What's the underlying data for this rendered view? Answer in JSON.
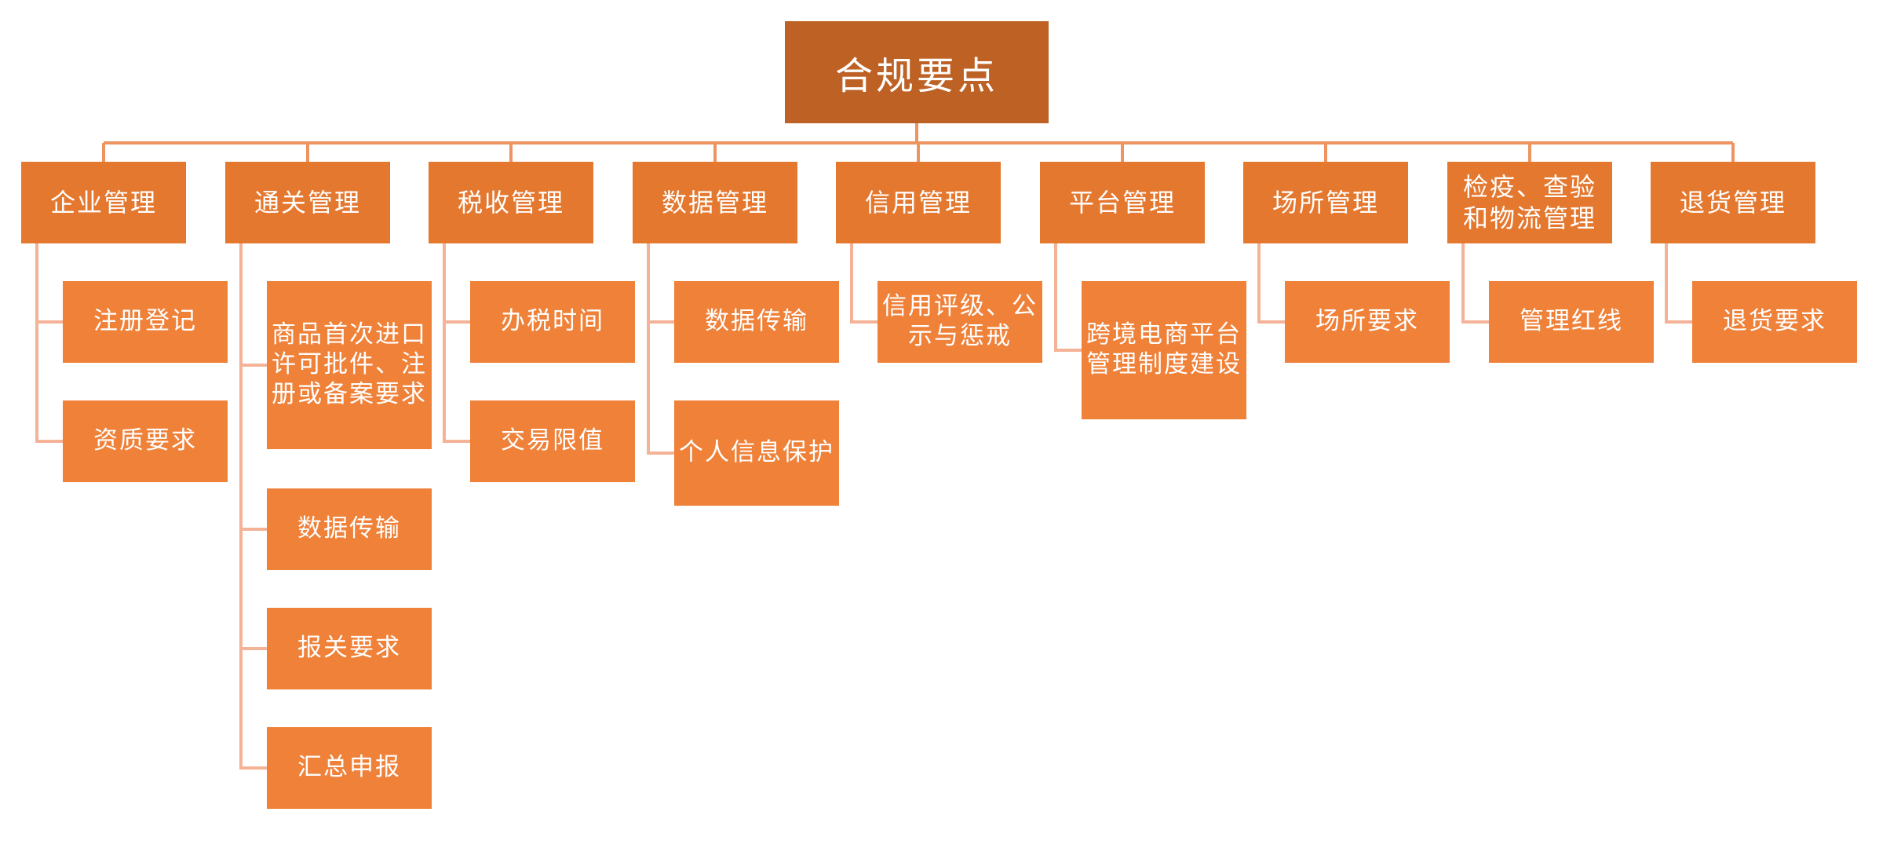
{
  "root": {
    "label": "合规要点"
  },
  "categories": [
    {
      "label": "企业管理",
      "children": [
        "注册登记",
        "资质要求"
      ]
    },
    {
      "label": "通关管理",
      "children": [
        "商品首次进口许可批件、注册或备案要求",
        "数据传输",
        "报关要求",
        "汇总申报"
      ]
    },
    {
      "label": "税收管理",
      "children": [
        "办税时间",
        "交易限值"
      ]
    },
    {
      "label": "数据管理",
      "children": [
        "数据传输",
        "个人信息保护"
      ]
    },
    {
      "label": "信用管理",
      "children": [
        "信用评级、公示与惩戒"
      ]
    },
    {
      "label": "平台管理",
      "children": [
        "跨境电商平台管理制度建设"
      ]
    },
    {
      "label": "场所管理",
      "children": [
        "场所要求"
      ]
    },
    {
      "label": "检疫、查验和物流管理",
      "children": [
        "管理红线"
      ]
    },
    {
      "label": "退货管理",
      "children": [
        "退货要求"
      ]
    }
  ],
  "colors": {
    "root_fill": "#bd6125",
    "category_fill": "#e4782f",
    "leaf_fill": "#ef8139",
    "root_connector": "#ee9460",
    "branch_connector": "#f4b397",
    "text": "#ffffff"
  }
}
